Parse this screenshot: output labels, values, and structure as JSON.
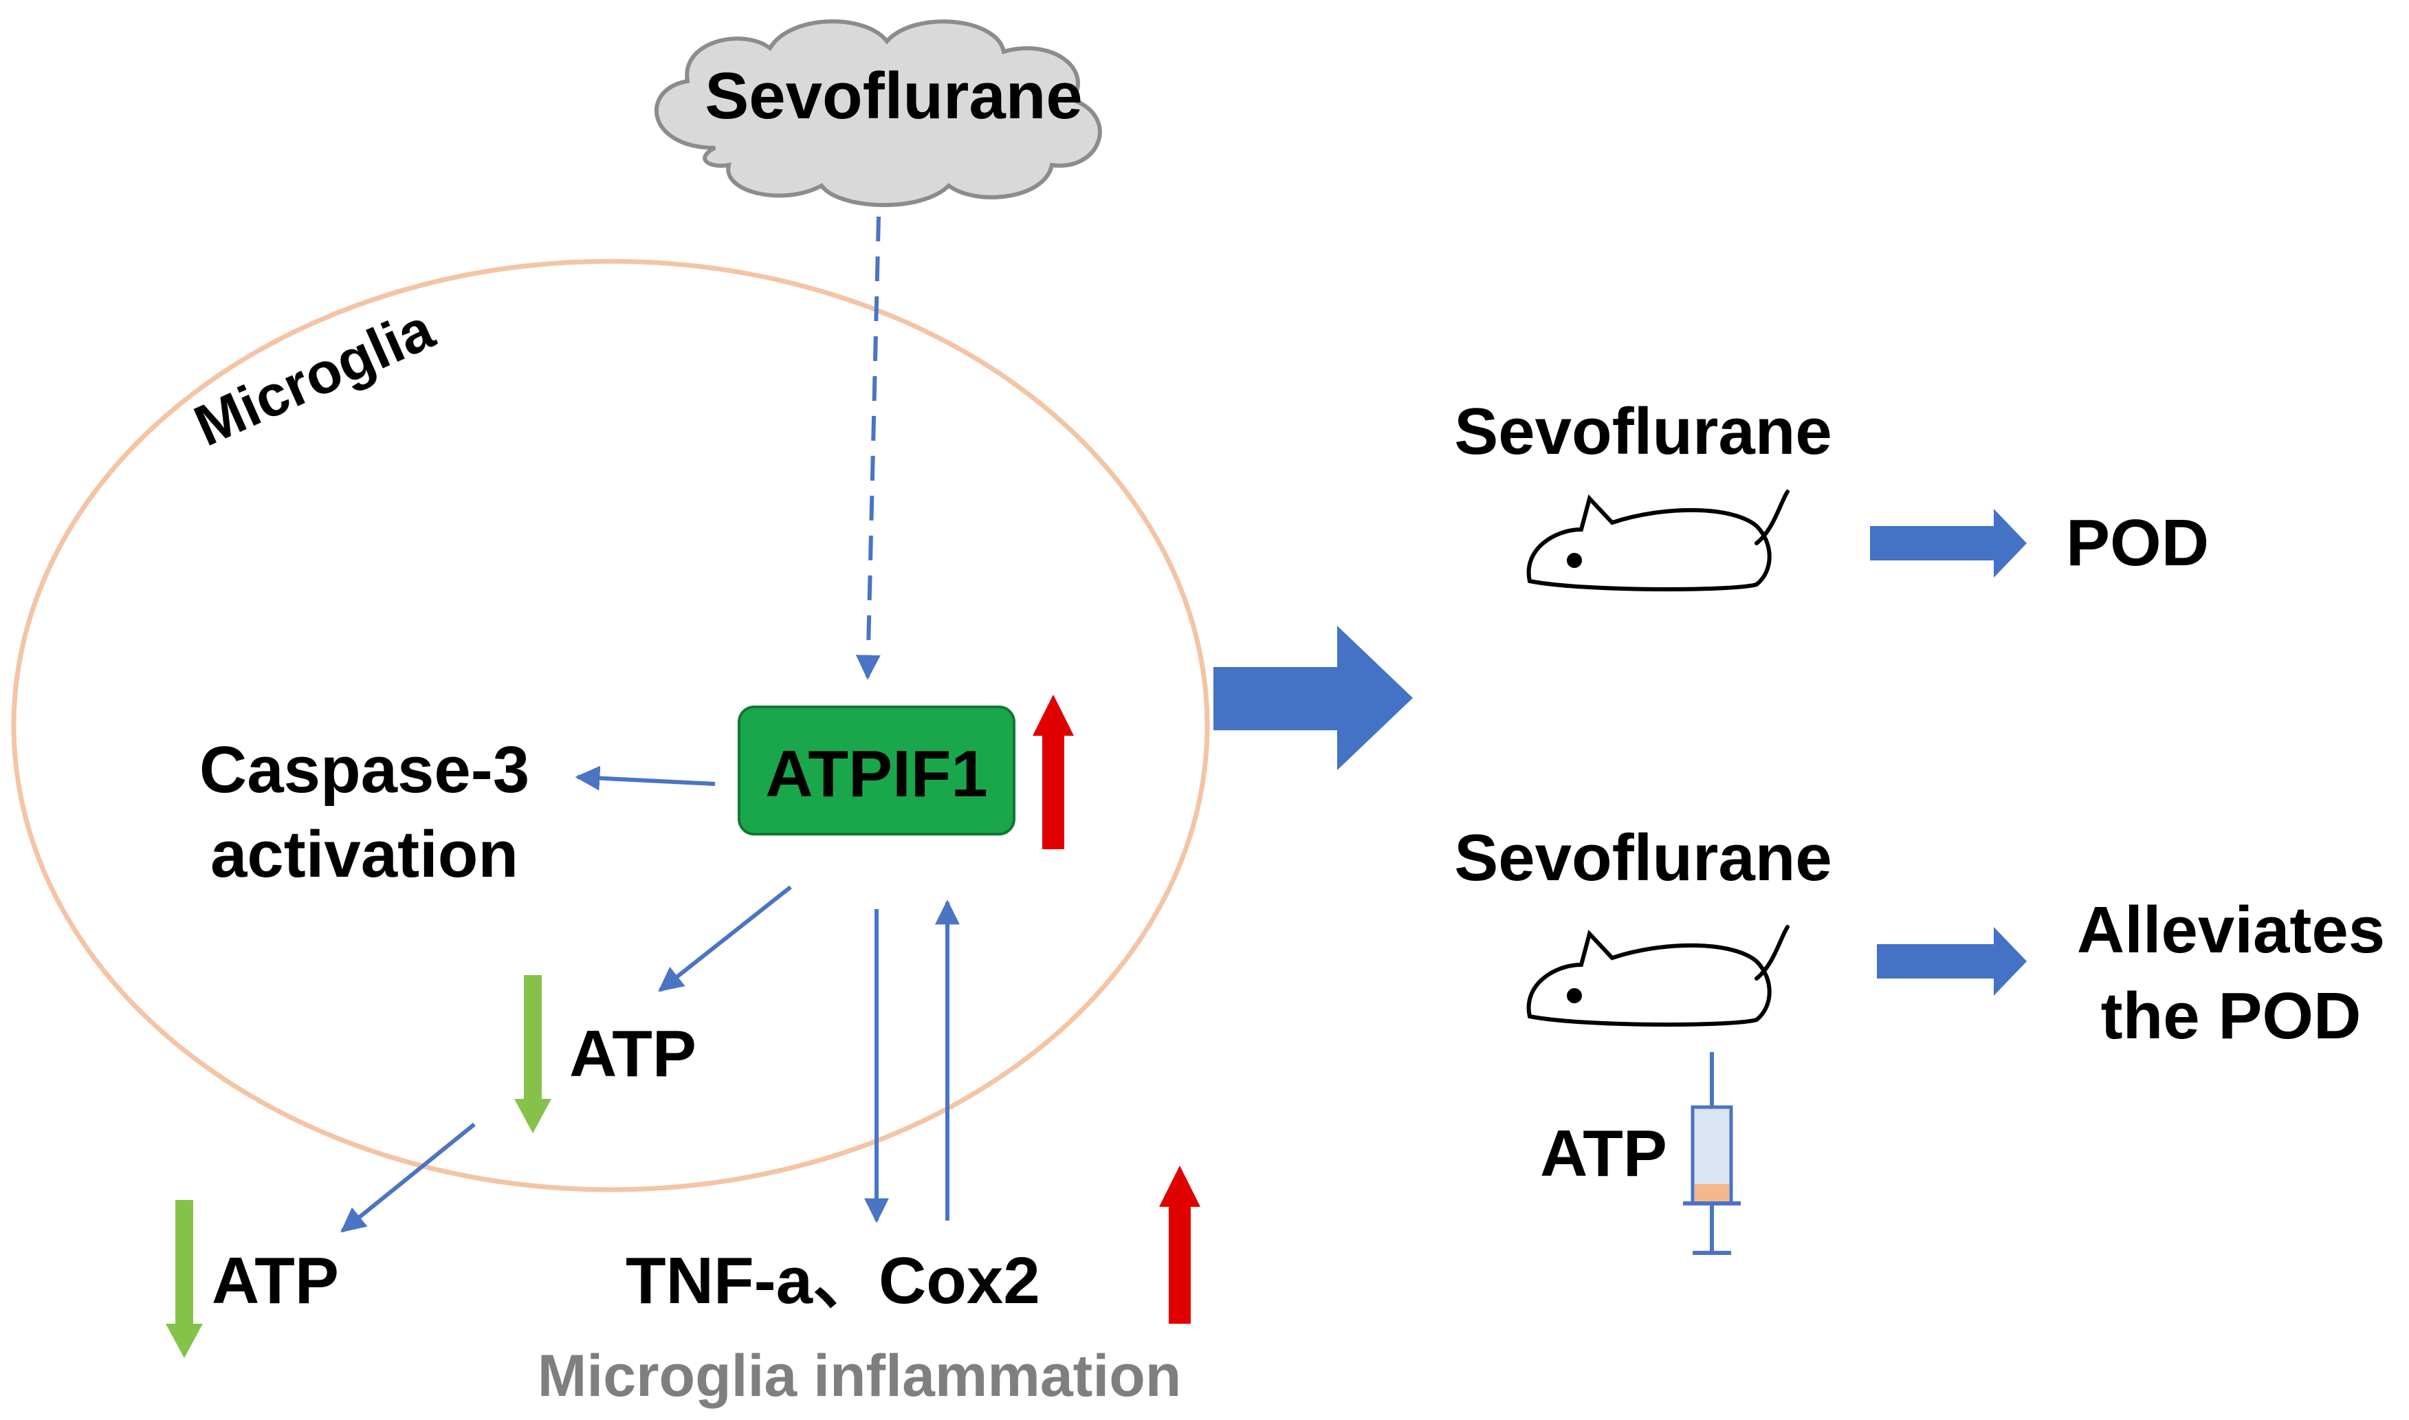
{
  "cloud_label": "Sevoflurane",
  "cell_label": "Microglia",
  "center_protein": "ATPIF1",
  "caspase": {
    "line1": "Caspase-3",
    "line2": "activation"
  },
  "atp_inner": "ATP",
  "atp_outer": "ATP",
  "cytokines": "TNF-a、Cox2",
  "inflammation_caption": "Microglia inflammation",
  "outcome_top": {
    "treatment": "Sevoflurane",
    "result": "POD"
  },
  "outcome_bottom": {
    "treatment": "Sevoflurane",
    "result_line1": "Alleviates",
    "result_line2": "the POD",
    "injection": "ATP"
  },
  "colors": {
    "cell_outline": "#f4c4a4",
    "atpif1_fill": "#1aa64a",
    "blue_arrow": "#4a74c4",
    "big_arrow": "#4472c4",
    "up_arrow": "#e00000",
    "down_arrow": "#86c24a",
    "caption_gray": "#7f7f7f"
  },
  "icons": [
    "cloud-icon",
    "mouse-icon",
    "syringe-icon",
    "up-arrow-icon",
    "down-arrow-icon"
  ]
}
